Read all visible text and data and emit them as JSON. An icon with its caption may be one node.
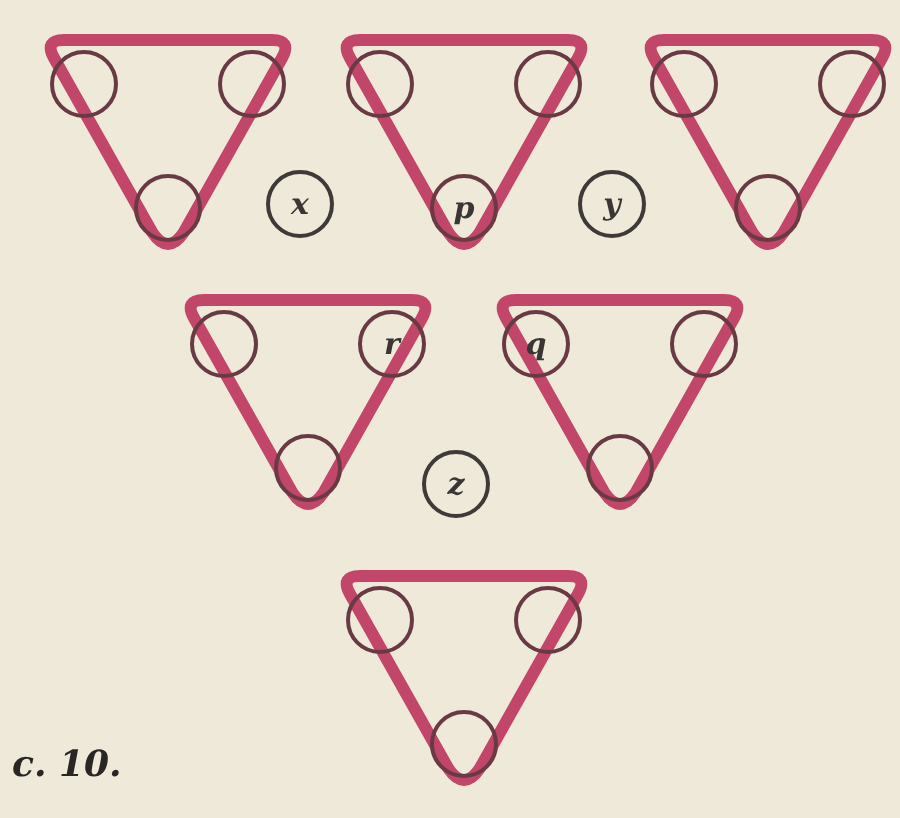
{
  "diagram": {
    "caption": "c. 10.",
    "nodes": [
      {
        "text": [],
        "shape": "triangle"
      },
      {
        "text": [],
        "shape": "circle",
        "in": 0
      },
      {
        "text": [],
        "shape": "circle",
        "in": 0
      },
      {
        "text": [],
        "shape": "circle",
        "in": 0
      },
      {
        "text": [],
        "shape": "triangle"
      },
      {
        "text": [],
        "shape": "circle",
        "in": 4
      },
      {
        "text": [],
        "shape": "circle",
        "in": 4
      },
      {
        "text": [
          "p"
        ],
        "in": 4
      },
      {
        "text": [],
        "shape": "triangle"
      },
      {
        "text": [],
        "shape": "circle",
        "in": 8
      },
      {
        "text": [],
        "shape": "circle",
        "in": 8
      },
      {
        "text": [],
        "shape": "circle",
        "in": 8
      },
      {
        "text": [
          "x"
        ]
      },
      {
        "text": [
          "y"
        ]
      },
      {
        "text": [],
        "shape": "triangle"
      },
      {
        "text": [],
        "shape": "circle",
        "in": 14
      },
      {
        "text": [
          "r"
        ],
        "in": 14
      },
      {
        "text": [],
        "shape": "circle",
        "in": 14
      },
      {
        "text": [],
        "shape": "triangle"
      },
      {
        "text": [
          "q"
        ],
        "in": 18
      },
      {
        "text": [],
        "shape": "circle",
        "in": 18
      },
      {
        "text": [],
        "shape": "circle",
        "in": 18
      },
      {
        "text": [
          "z"
        ]
      },
      {
        "text": [],
        "shape": "triangle"
      },
      {
        "text": [],
        "shape": "circle",
        "in": 23
      },
      {
        "text": [],
        "shape": "circle",
        "in": 23
      },
      {
        "text": [],
        "shape": "circle",
        "in": 23
      }
    ]
  }
}
